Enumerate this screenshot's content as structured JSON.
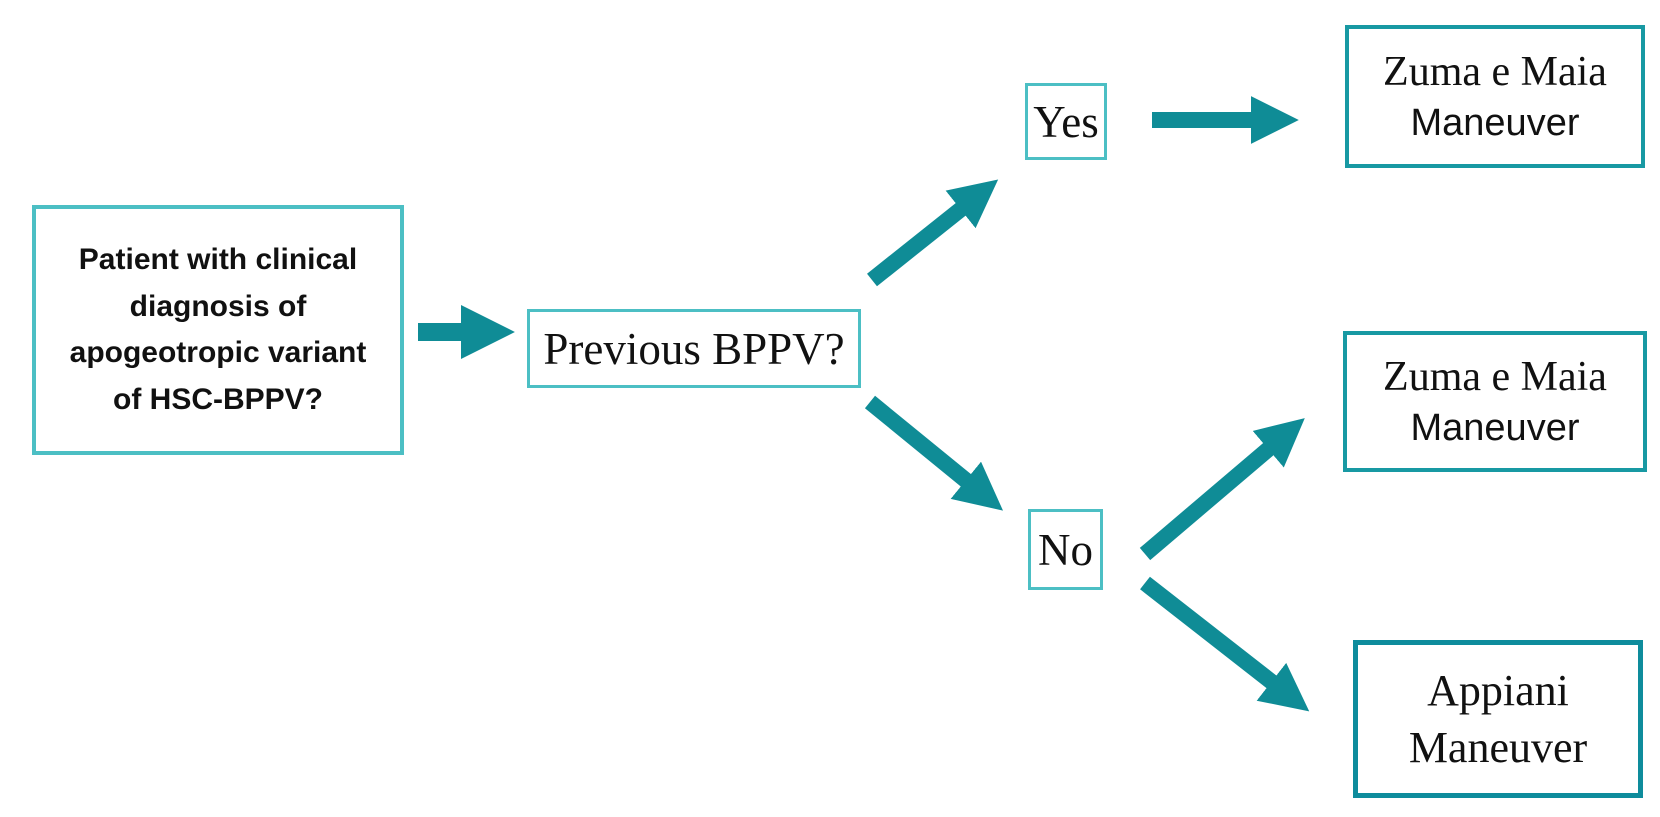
{
  "colors": {
    "arrow": "#0F8C96",
    "border-light": "#4CBFC4",
    "border-mid": "#1899A3",
    "border-dark": "#0E8C9C",
    "text": "#111111",
    "background": "#FFFFFF"
  },
  "flowchart": {
    "start": {
      "lines": [
        "Patient with clinical",
        "diagnosis of",
        "apogeotropic variant",
        "of HSC-BPPV?"
      ]
    },
    "decision": {
      "label": "Previous BPPV?"
    },
    "branch_yes": {
      "label": "Yes"
    },
    "branch_no": {
      "label": "No"
    },
    "outcome_yes": {
      "line1": "Zuma e Maia",
      "line2": "Maneuver"
    },
    "outcome_no_first": {
      "line1": "Zuma e Maia",
      "line2": "Maneuver"
    },
    "outcome_no_second": {
      "line1": "Appiani",
      "line2": "Maneuver"
    }
  }
}
